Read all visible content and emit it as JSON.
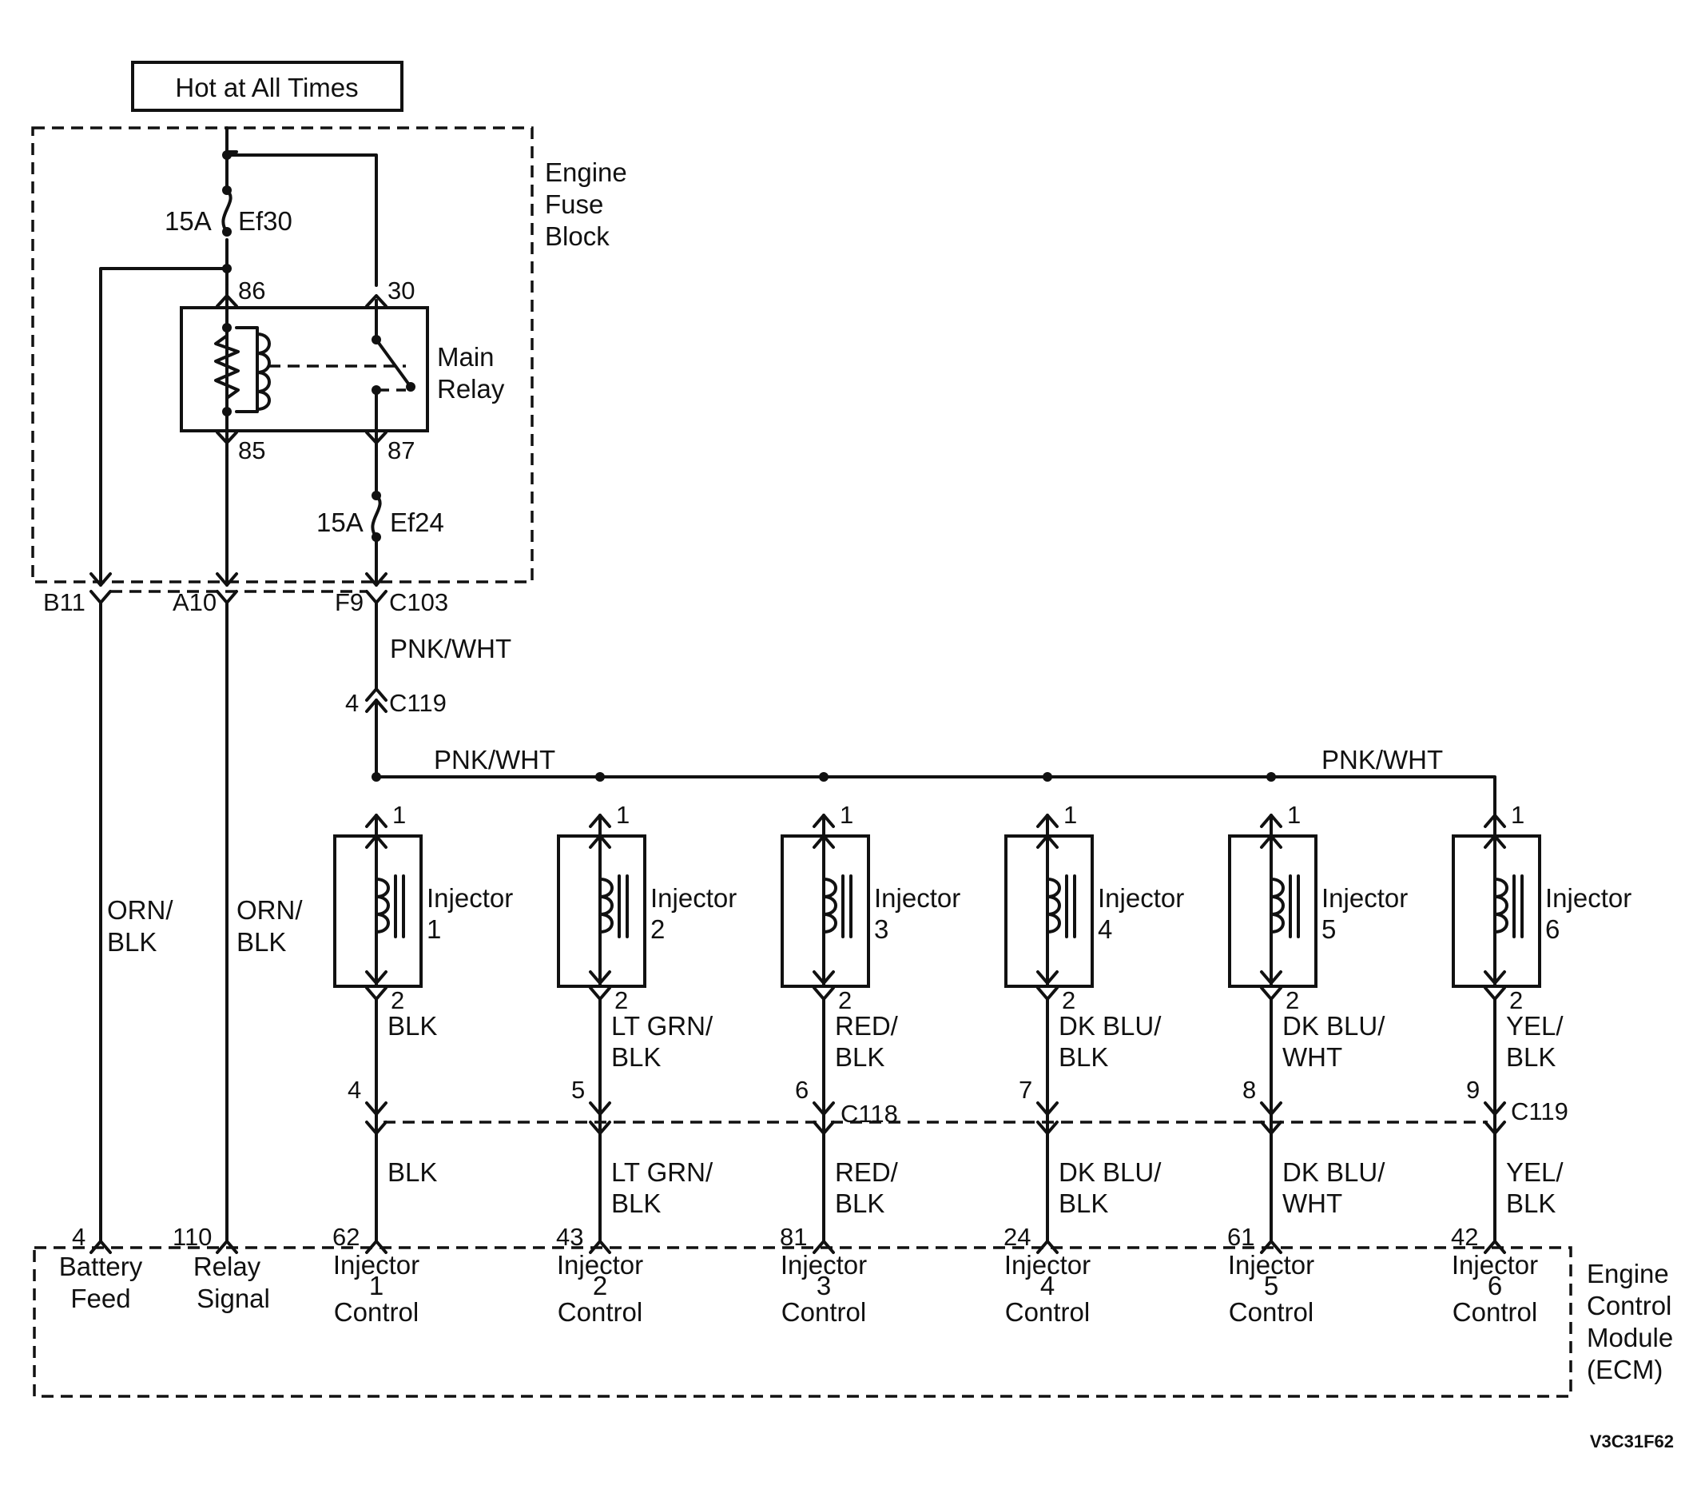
{
  "power": {
    "label": "Hot at All Times"
  },
  "fuse_block": {
    "title_lines": [
      "Engine",
      "Fuse",
      "Block"
    ]
  },
  "fuses": [
    {
      "rating": "15A",
      "name": "Ef30"
    },
    {
      "rating": "15A",
      "name": "Ef24"
    }
  ],
  "relay": {
    "title_lines": [
      "Main",
      "Relay"
    ],
    "pins": {
      "p86": "86",
      "p30": "30",
      "p85": "85",
      "p87": "87"
    }
  },
  "connector_c103": {
    "name": "C103",
    "pins": [
      "B11",
      "A10",
      "F9"
    ]
  },
  "feed": {
    "wire": "PNK/WHT",
    "connector_pin": "4",
    "connector_name": "C119",
    "bus_labels": [
      "PNK/WHT",
      "PNK/WHT"
    ]
  },
  "left_wires": [
    {
      "lines": [
        "ORN/",
        "BLK"
      ]
    },
    {
      "lines": [
        "ORN/",
        "BLK"
      ]
    }
  ],
  "injectors": [
    {
      "label": "Injector",
      "num": "1",
      "pin_top": "1",
      "pin_bottom": "2",
      "wire_upper": [
        "BLK"
      ],
      "conn_pin": "4",
      "wire_lower": [
        "BLK"
      ],
      "ecm_pin": "62",
      "ecm_lines": [
        "Injector",
        "1",
        "Control"
      ]
    },
    {
      "label": "Injector",
      "num": "2",
      "pin_top": "1",
      "pin_bottom": "2",
      "wire_upper": [
        "LT GRN/",
        "BLK"
      ],
      "conn_pin": "5",
      "wire_lower": [
        "LT GRN/",
        "BLK"
      ],
      "ecm_pin": "43",
      "ecm_lines": [
        "Injector",
        "2",
        "Control"
      ]
    },
    {
      "label": "Injector",
      "num": "3",
      "pin_top": "1",
      "pin_bottom": "2",
      "wire_upper": [
        "RED/",
        "BLK"
      ],
      "conn_pin": "6",
      "wire_lower": [
        "RED/",
        "BLK"
      ],
      "ecm_pin": "81",
      "ecm_lines": [
        "Injector",
        "3",
        "Control"
      ]
    },
    {
      "label": "Injector",
      "num": "4",
      "pin_top": "1",
      "pin_bottom": "2",
      "wire_upper": [
        "DK BLU/",
        "BLK"
      ],
      "conn_pin": "7",
      "wire_lower": [
        "DK BLU/",
        "BLK"
      ],
      "ecm_pin": "24",
      "ecm_lines": [
        "Injector",
        "4",
        "Control"
      ]
    },
    {
      "label": "Injector",
      "num": "5",
      "pin_top": "1",
      "pin_bottom": "2",
      "wire_upper": [
        "DK BLU/",
        "WHT"
      ],
      "conn_pin": "8",
      "wire_lower": [
        "DK BLU/",
        "WHT"
      ],
      "ecm_pin": "61",
      "ecm_lines": [
        "Injector",
        "5",
        "Control"
      ]
    },
    {
      "label": "Injector",
      "num": "6",
      "pin_top": "1",
      "pin_bottom": "2",
      "wire_upper": [
        "YEL/",
        "BLK"
      ],
      "conn_pin": "9",
      "wire_lower": [
        "YEL/",
        "BLK"
      ],
      "ecm_pin": "42",
      "ecm_lines": [
        "Injector",
        "6",
        "Control"
      ]
    }
  ],
  "connectors_lower": [
    {
      "name": "C118"
    },
    {
      "name": "C119"
    }
  ],
  "ecm": {
    "title_lines": [
      "Engine",
      "Control",
      "Module",
      "(ECM)"
    ],
    "battery": {
      "pin": "4",
      "lines": [
        "Battery",
        "Feed"
      ]
    },
    "relay_signal": {
      "pin": "110",
      "lines": [
        "Relay",
        "Signal"
      ]
    }
  },
  "figure_code": "V3C31F62"
}
